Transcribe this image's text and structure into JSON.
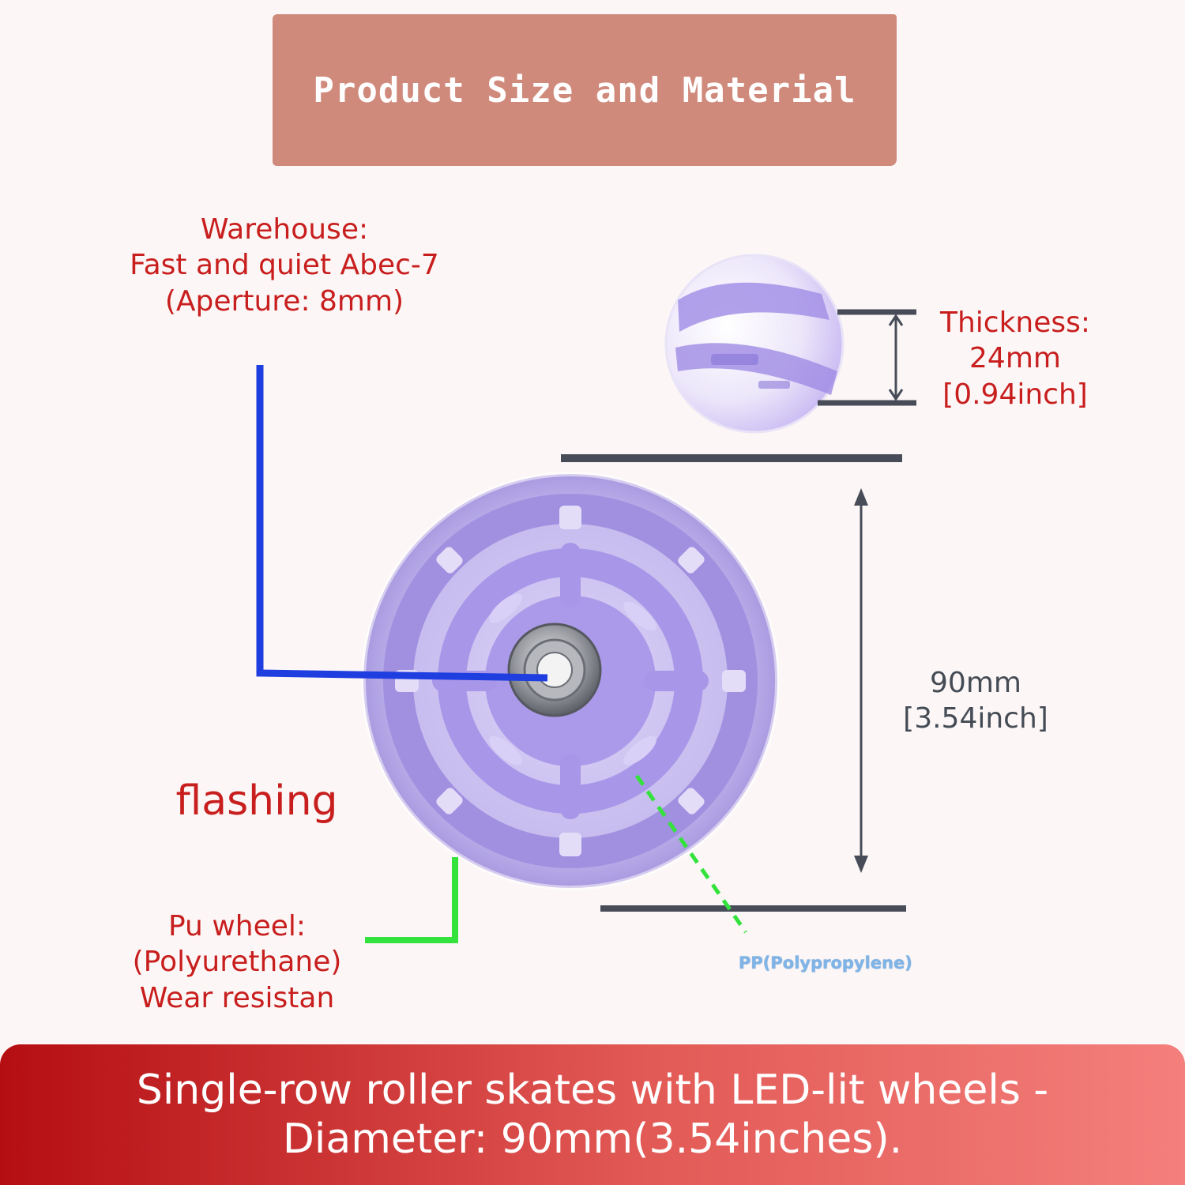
{
  "title": "Product Size and Material",
  "warehouse": {
    "line1": "Warehouse:",
    "line2": "Fast and quiet Abec-7",
    "line3": "(Aperture: 8mm)"
  },
  "thickness": {
    "line1": "Thickness:",
    "line2": "24mm",
    "line3": "[0.94inch]"
  },
  "diameter": {
    "line1": "90mm",
    "line2": "[3.54inch]"
  },
  "flashing": "flashing",
  "pu_wheel": {
    "line1": "Pu wheel:",
    "line2": "(Polyurethane)",
    "line3": "Wear resistan"
  },
  "pp_label": "PP(Polypropylene)",
  "footer": {
    "line1": "Single-row roller skates with LED-lit wheels -",
    "line2": "Diameter: 90mm(3.54inches)."
  },
  "colors": {
    "title_banner": "#d08a7c",
    "label_red": "#c81e1e",
    "blue_line": "#1f3ee0",
    "green_line": "#33e23c",
    "wheel_purple": "#b8a6ef"
  }
}
